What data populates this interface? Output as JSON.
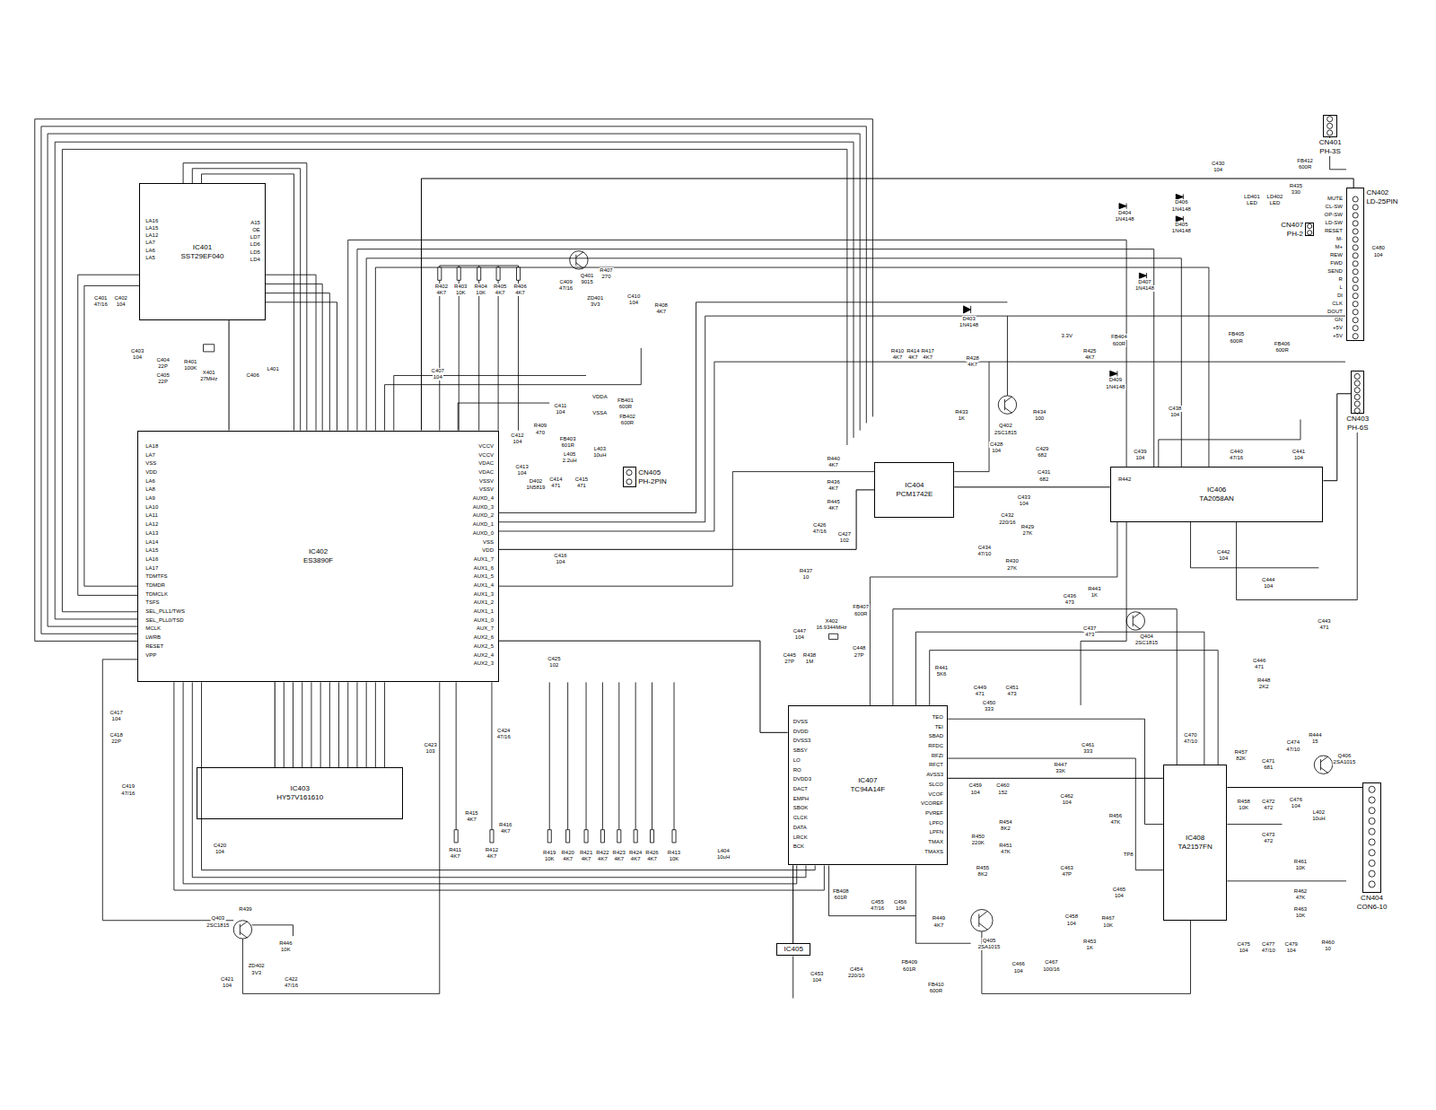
{
  "diagram": {
    "nodes": [
      {
        "text": [
          "IC401",
          "SST29EF040"
        ]
      },
      {
        "text": [
          "IC402",
          "ES3890F"
        ]
      },
      {
        "text": [
          "IC403",
          "HY57V161610"
        ]
      },
      {
        "text": [
          "IC404",
          "PCM1742E"
        ]
      },
      {
        "text": [
          "IC406",
          "TA2058AN"
        ]
      },
      {
        "text": [
          "IC407",
          "TC94A14F"
        ]
      },
      {
        "text": [
          "IC408",
          "TA2157FN"
        ]
      },
      {
        "text": [
          "IC405"
        ]
      },
      {
        "text": [
          "CN402",
          "LD-25PIN"
        ]
      },
      {
        "text": [
          "CN403",
          "PH-6S"
        ]
      },
      {
        "text": [
          "CN404",
          "CON6-10"
        ]
      },
      {
        "text": [
          "CN401",
          "PH-3S"
        ]
      },
      {
        "text": [
          "CN405",
          "PH-2PIN"
        ]
      },
      {
        "text": [
          "CN407",
          "PH-2"
        ]
      }
    ],
    "edges": [
      {
        "from": 0,
        "to": 1,
        "arrow": "none"
      },
      {
        "from": 1,
        "to": 2,
        "arrow": "none"
      },
      {
        "from": 1,
        "to": 3,
        "arrow": "none"
      },
      {
        "from": 3,
        "to": 4,
        "arrow": "none"
      },
      {
        "from": 4,
        "to": 9,
        "arrow": "none"
      },
      {
        "from": 1,
        "to": 5,
        "arrow": "none"
      },
      {
        "from": 5,
        "to": 6,
        "arrow": "none"
      },
      {
        "from": 6,
        "to": 10,
        "arrow": "none"
      },
      {
        "from": 1,
        "to": 8,
        "arrow": "none"
      },
      {
        "from": 5,
        "to": 7,
        "arrow": "none"
      }
    ],
    "labels": [
      "C401",
      "47/16",
      "C402",
      "104",
      "R402",
      "4K7",
      "R403",
      "10K",
      "R404",
      "10K",
      "R405",
      "4K7",
      "R406",
      "4K7",
      "C409",
      "47/16",
      "R407",
      "270",
      "Q401",
      "9015",
      "ZD401",
      "3V3",
      "C410",
      "104",
      "R408",
      "4K7",
      "C403",
      "104",
      "C404",
      "22P",
      "R401",
      "100K",
      "X401",
      "27MHz",
      "C405",
      "22P",
      "C406",
      "L401",
      "C407",
      "104",
      "C411",
      "104",
      "VDDA",
      "FB401",
      "600R",
      "VSSA",
      "FB402",
      "600R",
      "R409",
      "470",
      "C412",
      "104",
      "FB403",
      "601R",
      "L403",
      "10uH",
      "L405",
      "2.2uH",
      "C413",
      "104",
      "D402",
      "1N5819",
      "C414",
      "471",
      "C415",
      "471",
      "C416",
      "104",
      "C425",
      "102",
      "C424",
      "47/16",
      "C423",
      "103",
      "C417",
      "104",
      "C418",
      "22P",
      "C419",
      "47/16",
      "C420",
      "104",
      "R411",
      "4K7",
      "R412",
      "4K7",
      "R415",
      "4K7",
      "R416",
      "4K7",
      "R419",
      "10K",
      "R420",
      "4K7",
      "R421",
      "4K7",
      "R422",
      "4K7",
      "R423",
      "4K7",
      "R424",
      "4K7",
      "R426",
      "4K7",
      "R413",
      "10K",
      "R439",
      "Q403",
      "2SC1815",
      "R446",
      "10K",
      "C421",
      "104",
      "ZD402",
      "3V3",
      "C422",
      "47/16",
      "LA18",
      "LA7",
      "VSS",
      "VDD",
      "LA6",
      "LA8",
      "LA9",
      "LA10",
      "LA11",
      "LA12",
      "LA13",
      "LA14",
      "LA15",
      "LA16",
      "LA17",
      "TDMTFS",
      "TDMDR",
      "TDMCLK",
      "TSFS",
      "SEL_PLL1/TWS",
      "SEL_PLL0/TSD",
      "MCLK",
      "LWRB",
      "RESET",
      "VPP",
      "VCCV",
      "VCCV",
      "VDAC",
      "VDAC",
      "VSSV",
      "VSSV",
      "AUXD_4",
      "AUXD_3",
      "AUXD_2",
      "AUXD_1",
      "AUXD_0",
      "VSS",
      "VDD",
      "AUX1_7",
      "AUX1_6",
      "AUX1_5",
      "AUX1_4",
      "AUX1_3",
      "AUX1_2",
      "AUX1_1",
      "AUX1_0",
      "AUX_7",
      "AUX2_6",
      "AUX2_5",
      "AUX2_4",
      "AUX2_3",
      "LA16",
      "LA15",
      "LA12",
      "LA7",
      "LA6",
      "LA5",
      "A15",
      "OE",
      "LD7",
      "LD6",
      "LD5",
      "LD4",
      "R410",
      "4K7",
      "R414",
      "4K7",
      "R417",
      "4K7",
      "D403",
      "1N4148",
      "R428",
      "4K7",
      "D404",
      "1N4148",
      "D406",
      "1N4148",
      "D405",
      "1N4148",
      "D407",
      "1N4148",
      "D409",
      "1N4148",
      "3.3V",
      "R425",
      "4K7",
      "FB404",
      "600R",
      "FB405",
      "600R",
      "FB406",
      "600R",
      "LD401",
      "LED",
      "LD402",
      "LED",
      "R435",
      "330",
      "FB412",
      "600R",
      "C430",
      "104",
      "C480",
      "104",
      "MUTE",
      "CL-SW",
      "OP-SW",
      "LD-SW",
      "RESET",
      "M-",
      "M+",
      "REW",
      "FWD",
      "SEND",
      "R",
      "L",
      "DI",
      "CLK",
      "DOUT",
      "GN",
      "+5V",
      "+5V",
      "R433",
      "1K",
      "Q402",
      "2SC1815",
      "R434",
      "100",
      "C428",
      "104",
      "C429",
      "682",
      "C431",
      "682",
      "C433",
      "104",
      "C432",
      "220/16",
      "C434",
      "47/10",
      "R429",
      "27K",
      "R430",
      "27K",
      "R440",
      "4K7",
      "R436",
      "4K7",
      "R445",
      "4K7",
      "C426",
      "47/16",
      "C427",
      "102",
      "R437",
      "10",
      "C436",
      "473",
      "C437",
      "473",
      "R443",
      "1K",
      "Q404",
      "2SC1815",
      "C438",
      "104",
      "C439",
      "104",
      "C441",
      "104",
      "C442",
      "104",
      "C444",
      "104",
      "C443",
      "471",
      "C440",
      "47/16",
      "R442",
      "C446",
      "471",
      "R448",
      "2K2",
      "C447",
      "104",
      "X402",
      "16.9344MHz",
      "FB407",
      "600R",
      "C445",
      "27P",
      "R438",
      "1M",
      "C448",
      "27P",
      "R441",
      "5K6",
      "C449",
      "471",
      "C451",
      "473",
      "C450",
      "333",
      "C461",
      "333",
      "R447",
      "33K",
      "C462",
      "104",
      "C460",
      "152",
      "C459",
      "104",
      "R450",
      "220K",
      "R451",
      "47K",
      "R454",
      "8K2",
      "R455",
      "8K2",
      "C463",
      "47P",
      "TP8",
      "R456",
      "47K",
      "C470",
      "47/10",
      "R457",
      "82K",
      "R458",
      "10K",
      "C471",
      "681",
      "C472",
      "472",
      "C473",
      "472",
      "C474",
      "47/10",
      "R444",
      "15",
      "Q406",
      "2SA1015",
      "C476",
      "104",
      "L402",
      "10uH",
      "R461",
      "10K",
      "R462",
      "47K",
      "R463",
      "10K",
      "C475",
      "104",
      "C477",
      "47/10",
      "C479",
      "104",
      "R460",
      "10",
      "Q405",
      "2SA1015",
      "R449",
      "4K7",
      "C458",
      "104",
      "R453",
      "1K",
      "C466",
      "104",
      "C467",
      "100/16",
      "FB409",
      "601R",
      "FB410",
      "600R",
      "C454",
      "220/10",
      "C453",
      "104",
      "C455",
      "47/16",
      "C456",
      "104",
      "FB408",
      "601R",
      "L404",
      "10uH",
      "C465",
      "104",
      "R467",
      "10K",
      "TEO",
      "TEI",
      "SBAD",
      "RFDC",
      "RFZI",
      "RFCT",
      "AVSS3",
      "SLCO",
      "VCOF",
      "VCOREF",
      "PVREF",
      "LPFO",
      "LPFN",
      "TMAX",
      "TMAXS",
      "DVSS",
      "DVDD",
      "DVSS3",
      "SBSY",
      "LO",
      "RO",
      "DVDD3",
      "DACT",
      "EMPH",
      "SBOK",
      "CLCK",
      "DATA",
      "LRCK",
      "BCK"
    ]
  }
}
